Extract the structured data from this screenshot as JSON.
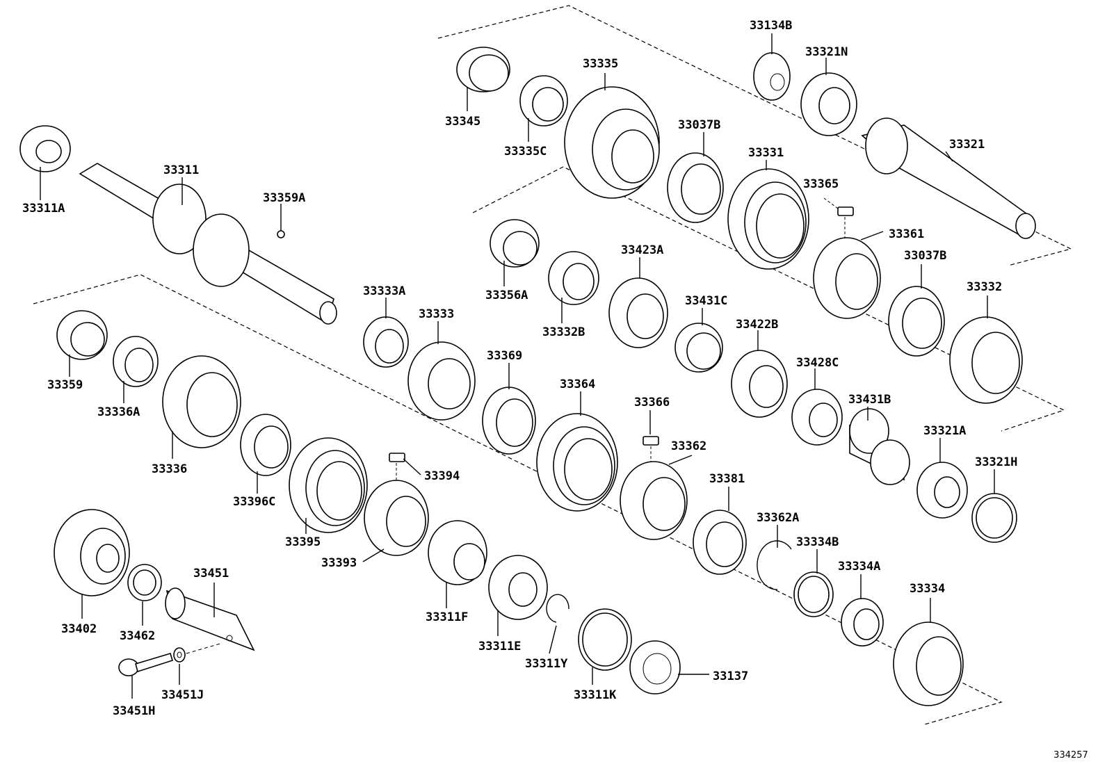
{
  "parts": [
    {
      "id": "p33134B",
      "label": "33134B"
    },
    {
      "id": "p33321N",
      "label": "33321N"
    },
    {
      "id": "p33335",
      "label": "33335"
    },
    {
      "id": "p33345",
      "label": "33345"
    },
    {
      "id": "p33335C",
      "label": "33335C"
    },
    {
      "id": "p33037B_a",
      "label": "33037B"
    },
    {
      "id": "p33321",
      "label": "33321"
    },
    {
      "id": "p33311",
      "label": "33311"
    },
    {
      "id": "p33311A",
      "label": "33311A"
    },
    {
      "id": "p33359A",
      "label": "33359A"
    },
    {
      "id": "p33331",
      "label": "33331"
    },
    {
      "id": "p33365",
      "label": "33365"
    },
    {
      "id": "p33361",
      "label": "33361"
    },
    {
      "id": "p33037B_b",
      "label": "33037B"
    },
    {
      "id": "p33356A",
      "label": "33356A"
    },
    {
      "id": "p33423A",
      "label": "33423A"
    },
    {
      "id": "p33332",
      "label": "33332"
    },
    {
      "id": "p33333A",
      "label": "33333A"
    },
    {
      "id": "p33431C",
      "label": "33431C"
    },
    {
      "id": "p33333",
      "label": "33333"
    },
    {
      "id": "p33332B",
      "label": "33332B"
    },
    {
      "id": "p33422B",
      "label": "33422B"
    },
    {
      "id": "p33428C",
      "label": "33428C"
    },
    {
      "id": "p33369",
      "label": "33369"
    },
    {
      "id": "p33359",
      "label": "33359"
    },
    {
      "id": "p33336A",
      "label": "33336A"
    },
    {
      "id": "p33364",
      "label": "33364"
    },
    {
      "id": "p33366",
      "label": "33366"
    },
    {
      "id": "p33431B",
      "label": "33431B"
    },
    {
      "id": "p33321A",
      "label": "33321A"
    },
    {
      "id": "p33362",
      "label": "33362"
    },
    {
      "id": "p33321H",
      "label": "33321H"
    },
    {
      "id": "p33336",
      "label": "33336"
    },
    {
      "id": "p33394",
      "label": "33394"
    },
    {
      "id": "p33381",
      "label": "33381"
    },
    {
      "id": "p33396C",
      "label": "33396C"
    },
    {
      "id": "p33362A",
      "label": "33362A"
    },
    {
      "id": "p33395",
      "label": "33395"
    },
    {
      "id": "p33334B",
      "label": "33334B"
    },
    {
      "id": "p33393",
      "label": "33393"
    },
    {
      "id": "p33334A",
      "label": "33334A"
    },
    {
      "id": "p33451",
      "label": "33451"
    },
    {
      "id": "p33334",
      "label": "33334"
    },
    {
      "id": "p33311F",
      "label": "33311F"
    },
    {
      "id": "p33402",
      "label": "33402"
    },
    {
      "id": "p33462",
      "label": "33462"
    },
    {
      "id": "p33311E",
      "label": "33311E"
    },
    {
      "id": "p33311Y",
      "label": "33311Y"
    },
    {
      "id": "p33137",
      "label": "33137"
    },
    {
      "id": "p33311K",
      "label": "33311K"
    },
    {
      "id": "p33451J",
      "label": "33451J"
    },
    {
      "id": "p33451H",
      "label": "33451H"
    }
  ],
  "reference_code": "334257"
}
